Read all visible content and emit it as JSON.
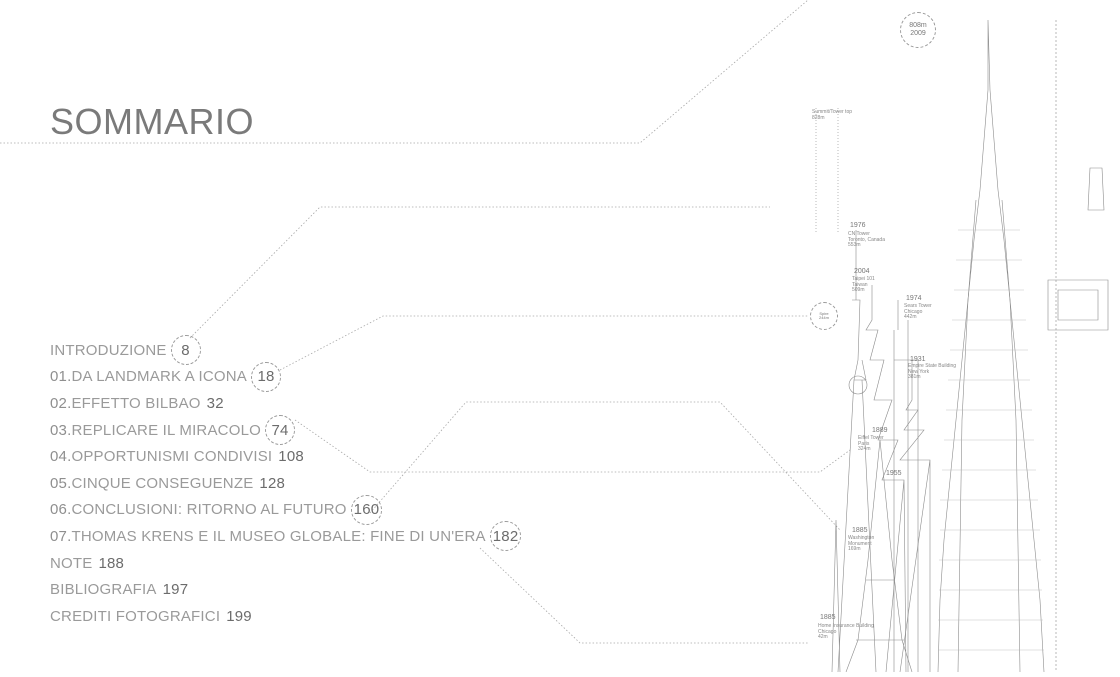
{
  "title": "SOMMARIO",
  "toc": [
    {
      "num": "",
      "label": "INTRODUZIONE",
      "page": "8",
      "circled": true
    },
    {
      "num": "01.",
      "label": "DA LANDMARK A ICONA",
      "page": "18",
      "circled": true
    },
    {
      "num": "02.",
      "label": "EFFETTO BILBAO",
      "page": "32",
      "circled": false
    },
    {
      "num": "03.",
      "label": "REPLICARE IL MIRACOLO",
      "page": "74",
      "circled": true
    },
    {
      "num": "04.",
      "label": "OPPORTUNISMI CONDIVISI",
      "page": "108",
      "circled": false
    },
    {
      "num": "05.",
      "label": "CINQUE CONSEGUENZE",
      "page": "128",
      "circled": false
    },
    {
      "num": "06.",
      "label": "CONCLUSIONI: RITORNO AL FUTURO",
      "page": "160",
      "circled": true
    },
    {
      "num": "07.",
      "label": "THOMAS KRENS E IL MUSEO GLOBALE: FINE DI UN'ERA",
      "page": "182",
      "circled": true
    },
    {
      "num": "",
      "label": "NOTE",
      "page": "188",
      "circled": false
    },
    {
      "num": "",
      "label": "BIBLIOGRAFIA",
      "page": "197",
      "circled": false
    },
    {
      "num": "",
      "label": "CREDITI FOTOGRAFICI",
      "page": "199",
      "circled": false
    }
  ],
  "illustration": {
    "top_bubble": {
      "height": "808m",
      "year": "2009"
    },
    "years": [
      "1976",
      "2004",
      "1974",
      "1931",
      "1889",
      "1885",
      "1955",
      "1885"
    ],
    "labels": {
      "cn_tower": "CN Tower\nToronto, Canada\n553m",
      "taipei": "Taipei 101\nTaiwan\n509m",
      "sears": "Sears Tower\nChicago\n442m",
      "empire": "Empire State Building\nNew York\n381m",
      "eiffel": "Eiffel Tower\nParis\n324m",
      "washington": "Washington\nMonument\n169m",
      "home_insurance": "Home Insurance Building\nChicago\n42m",
      "spire": "Spire\n244m",
      "summit": "Summit/Tower top\n828m"
    }
  }
}
